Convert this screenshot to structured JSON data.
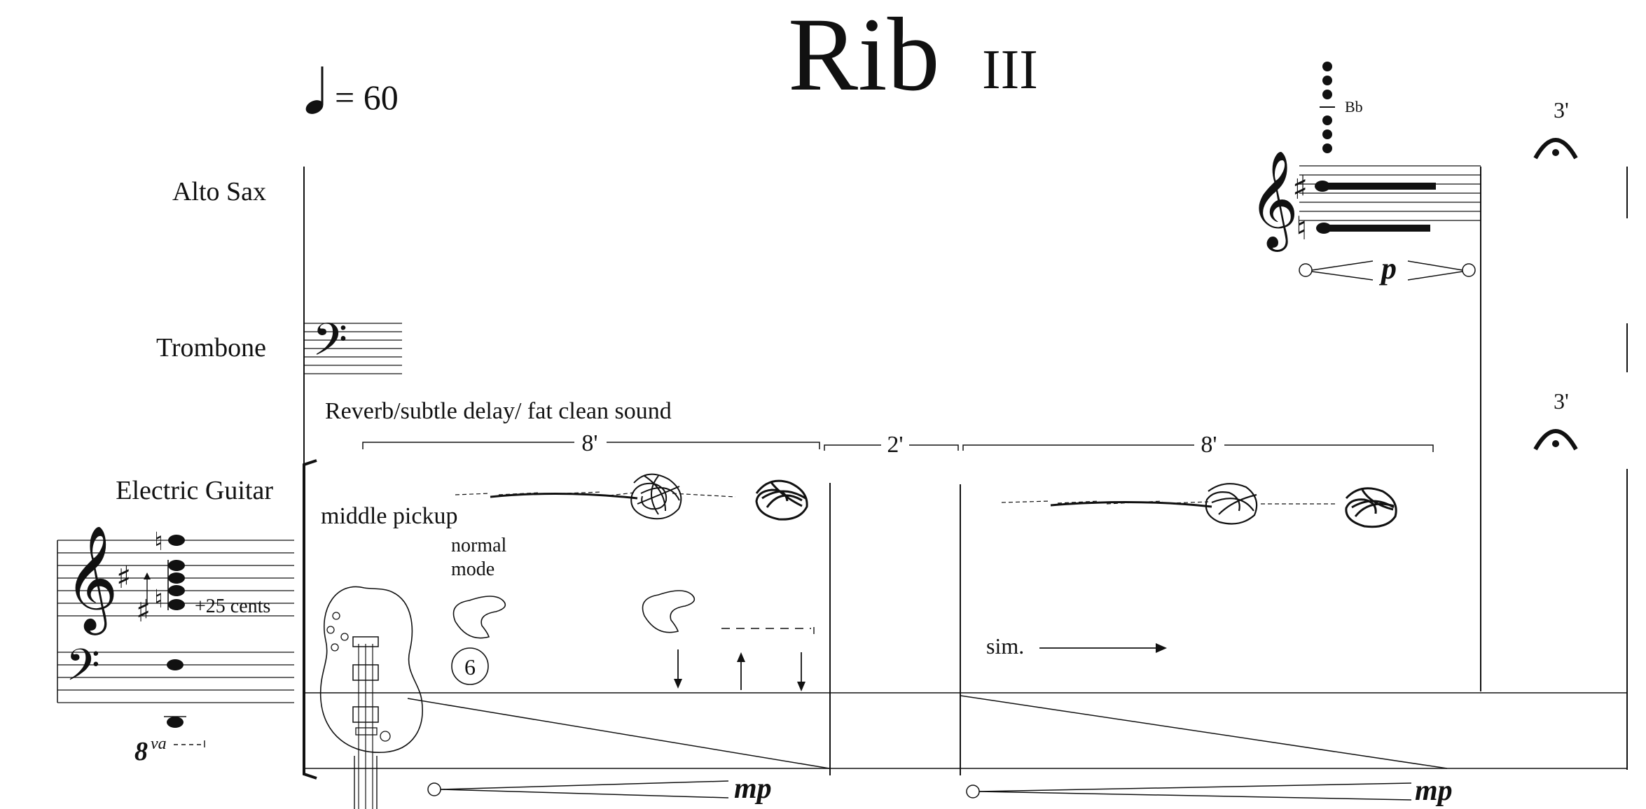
{
  "title": {
    "main": "Rib",
    "numeral": "III"
  },
  "tempo": {
    "equals": "= 60"
  },
  "instruments": {
    "alto_sax": "Alto Sax",
    "trombone": "Trombone",
    "electric_guitar": "Electric Guitar"
  },
  "annotations": {
    "effects": "Reverb/subtle delay/ fat clean sound",
    "pickup": "middle pickup",
    "mode_line1": "normal",
    "mode_line2": "mode",
    "string_number": "6",
    "cents": "+25 cents",
    "ottava": "8",
    "ottava_suffix": "va",
    "sim": "sim.",
    "sax_note_name": "Bb"
  },
  "durations": {
    "first": "8'",
    "second": "2'",
    "third": "8'",
    "fermata_top": "3'",
    "fermata_bottom": "3'"
  },
  "dynamics": {
    "sax": "p",
    "guitar_1": "mp",
    "guitar_2": "mp"
  }
}
